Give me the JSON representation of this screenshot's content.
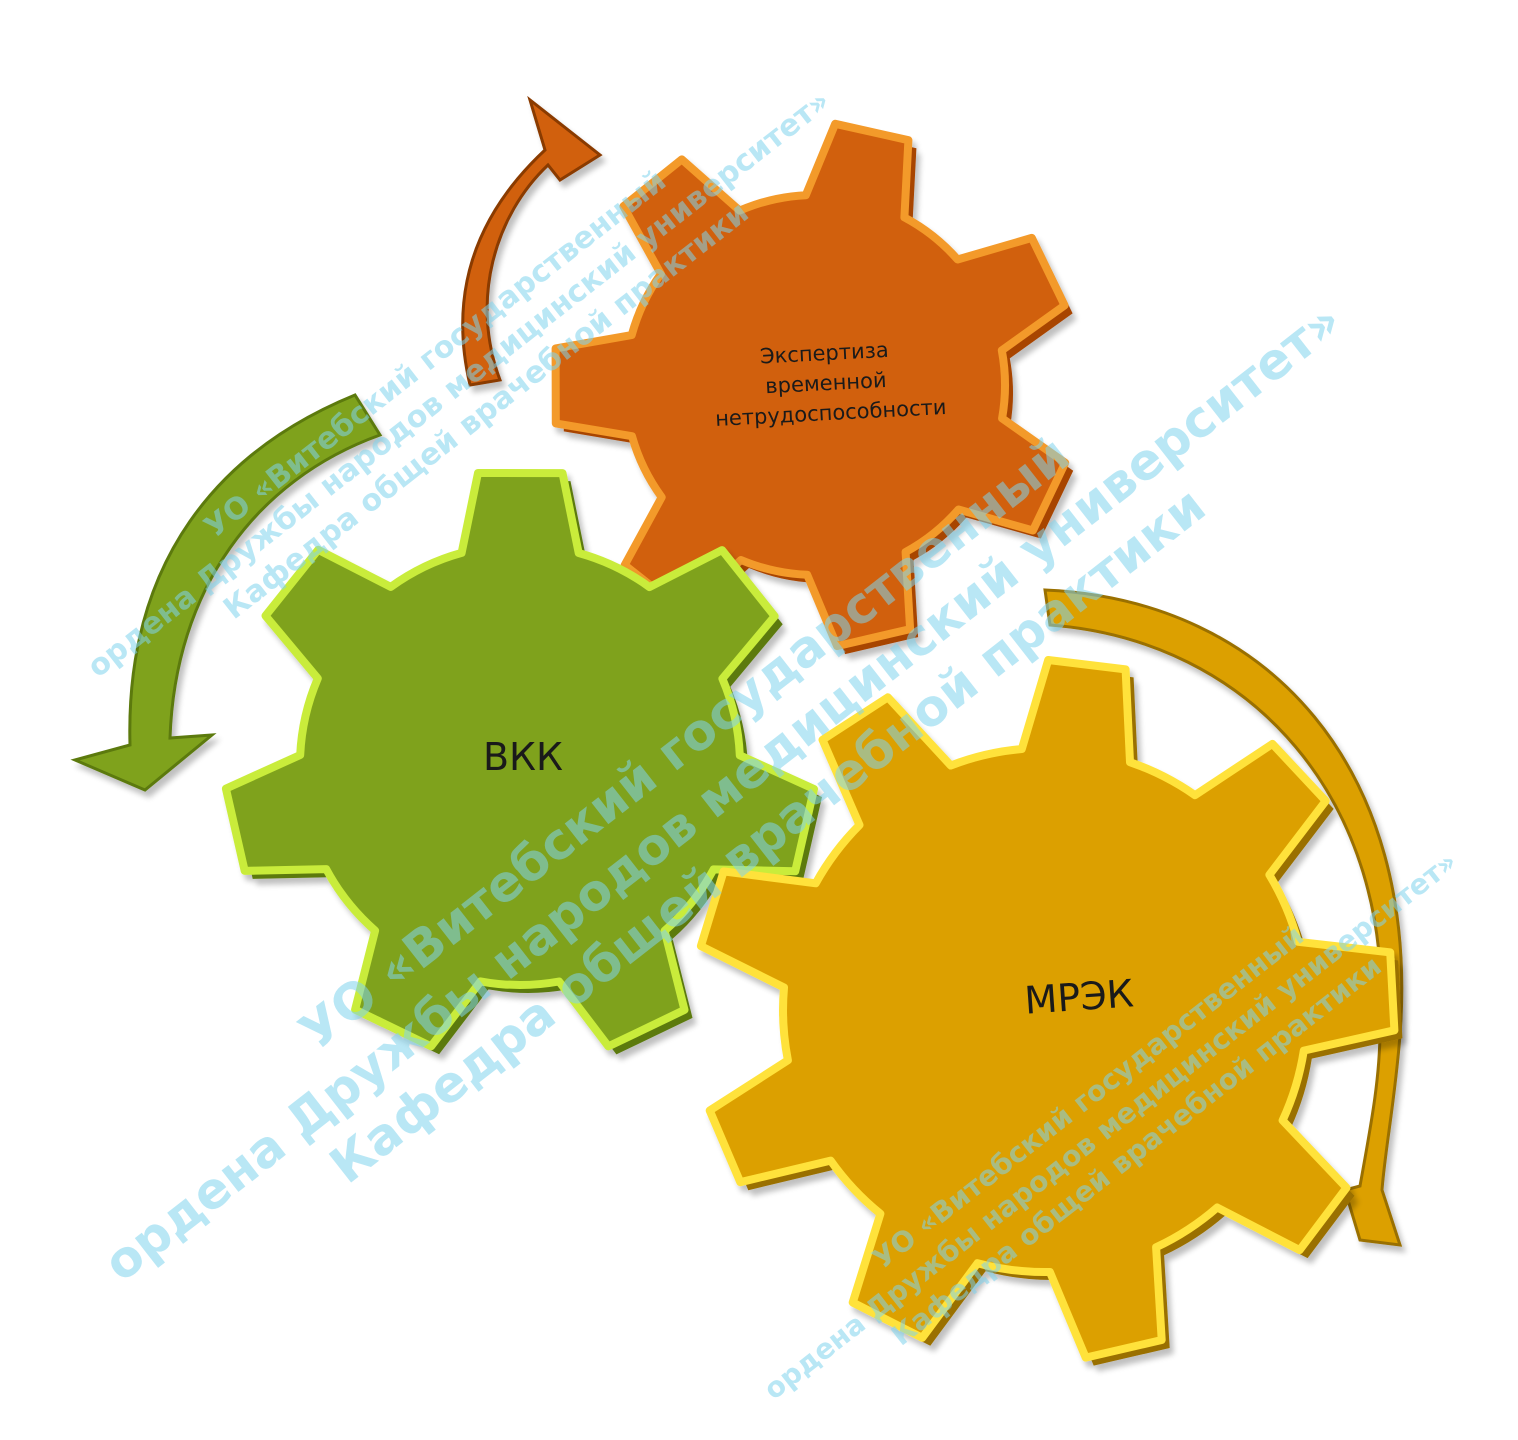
{
  "gears": [
    {
      "id": "orange",
      "lines": [
        "Экспертиза",
        "временной",
        "нетрудоспособности"
      ],
      "fill": "#d1600a",
      "edge": "#f39a2a",
      "side": "#a84406"
    },
    {
      "id": "green",
      "lines": [
        "ВКК"
      ],
      "fill": "#7fa21e",
      "edge": "#c9ec3a",
      "side": "#5c7a10"
    },
    {
      "id": "gold",
      "lines": [
        "МРЭК"
      ],
      "fill": "#dca000",
      "edge": "#ffe23a",
      "side": "#9a7000"
    }
  ],
  "arrows": {
    "orange": "#d1600a",
    "green": "#7fa21e",
    "gold": "#dca000"
  },
  "watermarks": [
    {
      "lines": [
        "УО «Витебский государственный",
        "ордена Дружбы народов медицинский университет»",
        "Кафедра общей врачебной практики"
      ]
    },
    {
      "lines": [
        "УО «Витебский государственный",
        "ордена Дружбы народов медицинский университет»",
        "Кафедра общей врачебной практики"
      ]
    },
    {
      "lines": [
        "УО «Витебский государственный",
        "ордена Дружбы народов медицинский университет»",
        "Кафедра общей врачебной практики"
      ]
    }
  ]
}
